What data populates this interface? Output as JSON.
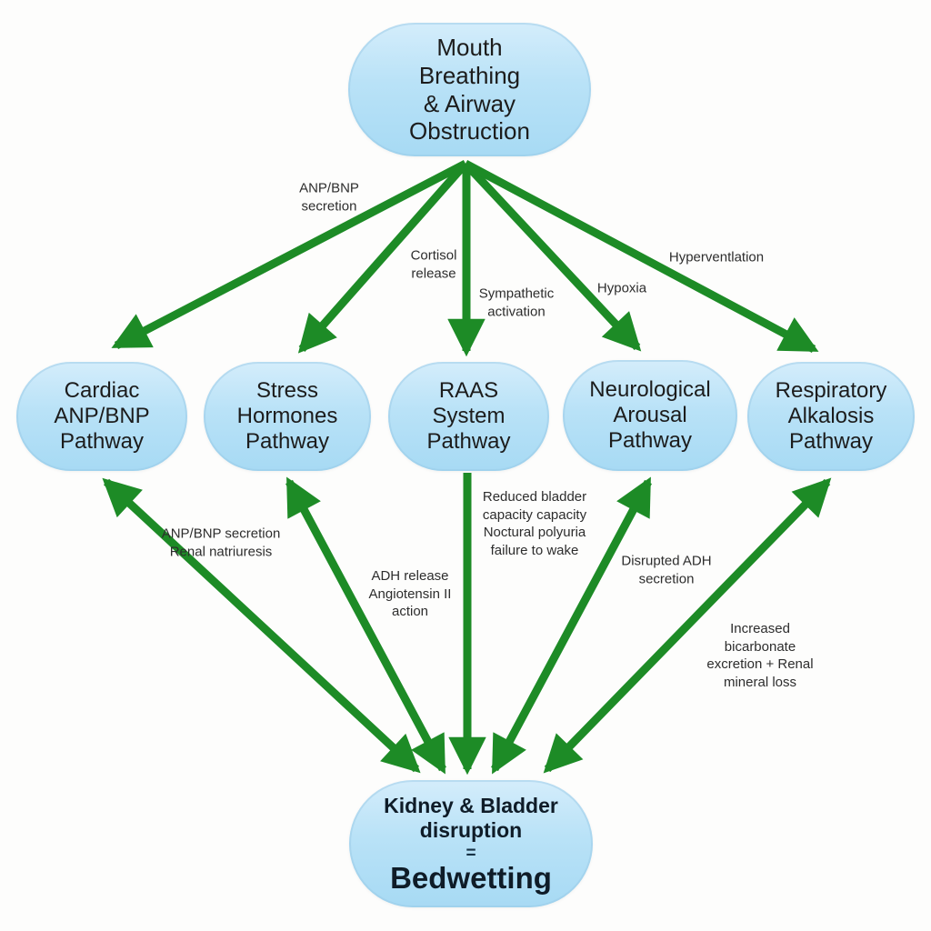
{
  "diagram": {
    "title": "Mouth Breathing & Airway Obstruction to Bedwetting pathways",
    "colors": {
      "background": "#fdfdfc",
      "node_fill": "#b9e2f7",
      "node_fill_light": "#d4edfb",
      "arrow": "#1d8b26",
      "node_text": "#1c1c1c",
      "outcome_text": "#0f1c28",
      "label_text": "#2d2d2d"
    },
    "nodes": {
      "source": {
        "label": "Mouth\nBreathing\n& Airway\nObstruction"
      },
      "cardiac": {
        "label": "Cardiac\nANP/BNP\nPathway"
      },
      "stress": {
        "label": "Stress\nHormones\nPathway"
      },
      "raas": {
        "label": "RAAS\nSystem\nPathway"
      },
      "neuro": {
        "label": "Neurological\nArousal\nPathway"
      },
      "resp": {
        "label": "Respiratory\nAlkalosis\nPathway"
      },
      "outcome": {
        "heading": "Kidney & Bladder\ndisruption",
        "equals": "=",
        "main": "Bedwetting"
      }
    },
    "edge_labels": {
      "anp_secretion": "ANP/BNP\nsecretion",
      "cortisol": "Cortisol\nrelease",
      "sympathetic": "Sympathetic\nactivation",
      "hypoxia": "Hypoxia",
      "hyperventilation": "Hyperventlation",
      "anp_renal": "ANP/BNP secretion\nRenal natriuresis",
      "adh_release": "ADH release\nAngiotensin II\naction",
      "reduced_bladder": "Reduced bladder\ncapacity capacity\nNoctural polyuria\nfailure to wake",
      "disrupted_adh": "Disrupted ADH\nsecretion",
      "bicarbonate": "Increased\nbicarbonate\nexcretion + Renal\nmineral loss"
    },
    "edges": [
      {
        "from": "source",
        "to": "cardiac",
        "label": "anp_secretion",
        "heads": "end"
      },
      {
        "from": "source",
        "to": "stress",
        "label": "cortisol",
        "heads": "end"
      },
      {
        "from": "source",
        "to": "raas",
        "label": "sympathetic",
        "heads": "end"
      },
      {
        "from": "source",
        "to": "neuro",
        "label": "hypoxia",
        "heads": "end"
      },
      {
        "from": "source",
        "to": "resp",
        "label": "hyperventilation",
        "heads": "end"
      },
      {
        "from": "cardiac",
        "to": "outcome",
        "label": "anp_renal",
        "heads": "both"
      },
      {
        "from": "stress",
        "to": "outcome",
        "label": "adh_release",
        "heads": "both"
      },
      {
        "from": "raas",
        "to": "outcome",
        "label": "reduced_bladder",
        "heads": "end"
      },
      {
        "from": "neuro",
        "to": "outcome",
        "label": "disrupted_adh",
        "heads": "both"
      },
      {
        "from": "resp",
        "to": "outcome",
        "label": "bicarbonate",
        "heads": "both"
      }
    ]
  }
}
